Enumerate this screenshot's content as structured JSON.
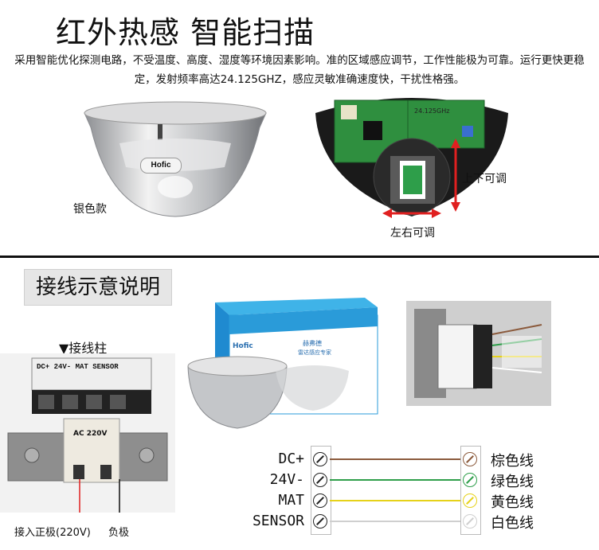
{
  "header": {
    "title": "红外热感  智能扫描",
    "description": "采用智能优化探测电路，不受温度、高度、湿度等环境因素影响。准的区域感应调节，工作性能极为可靠。运行更快更稳定，发射频率高达24.125GHZ，感应灵敏准确速度快，干扰性格强。"
  },
  "product": {
    "brand": "Hofic",
    "variant_label": "银色款",
    "adjust_vertical": "上下可调",
    "adjust_horizontal": "左右可调",
    "pcb_chip_text": "24.125GHz"
  },
  "wiring_section": {
    "title": "接线示意说明",
    "terminal_label": "▼接线柱",
    "terminal_block_text": "DC+  24V-  MAT  SENSOR",
    "power_terminal_text": "AC 220V",
    "positive_label": "接入正极(220V)",
    "negative_label": "负极",
    "box_text": "赫弗德",
    "box_subtext": "雷达感应专家"
  },
  "wiring_diagram": {
    "rows": [
      {
        "terminal": "DC+",
        "wire_color_name": "棕色线",
        "color": "#8b5a3c"
      },
      {
        "terminal": "24V-",
        "wire_color_name": "绿色线",
        "color": "#2e9e4a"
      },
      {
        "terminal": "MAT",
        "wire_color_name": "黄色线",
        "color": "#e6d21a"
      },
      {
        "terminal": "SENSOR",
        "wire_color_name": "白色线",
        "color": "#cfcfcf"
      }
    ]
  }
}
